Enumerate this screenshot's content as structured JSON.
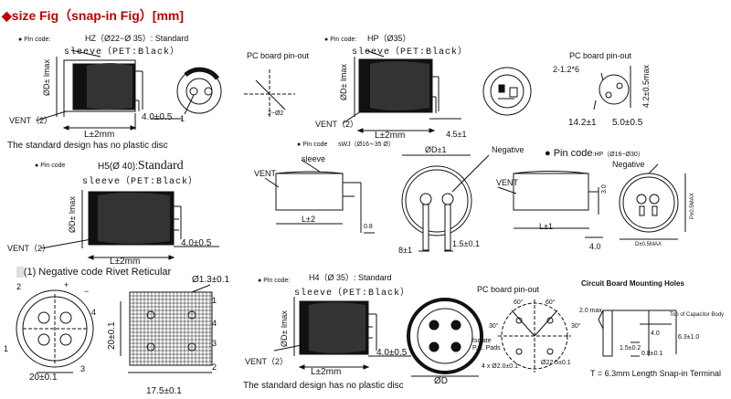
{
  "title": "size Fig（snap-in Fig）[mm]",
  "accent_color": "#c00000",
  "fig_hz": {
    "pin_code": "Pin code:",
    "spec": "HZ（Ø22−Ø 35）: Standard",
    "sleeve": "sleeve（PET:Black）",
    "phi_d": "ØD± lmax",
    "vent": "VENT（2）",
    "lead_len": "4.0±0.5",
    "l_dim": "L±2mm",
    "pc_board": "PC board pin-out",
    "pin_num": "1",
    "pitch": "2−Ø2",
    "note": "The standard design has no plastic disc"
  },
  "fig_hp": {
    "pin_code": "Pin code:",
    "spec": "HP（Ø35）",
    "sleeve": "sleeve（PET:Black）",
    "phi_d": "ØD± lmax",
    "vent": "VENT（2）",
    "l_dim": "L±2mm",
    "lead_len": "4.5±1",
    "pc_board": "PC board pin-out",
    "hole": "2-1.2*6",
    "height": "4.2±0.5max",
    "d1": "14.2±1",
    "d2": "5.0±0.5"
  },
  "fig_h5": {
    "pin_code": "Pin code",
    "spec_small": "H5(Ø 40):",
    "spec_big": "Standard",
    "sleeve": "sleeve（PET:Black）",
    "phi_d": "ØD± lmax",
    "vent": "VENT（2）",
    "l_dim": "L±2mm",
    "lead_len": "4.0±0.5"
  },
  "fig_swj": {
    "pin_code": "Pin code",
    "spec": "sWJ（Ø16∼35 Ø）",
    "sleeve": "sleeve",
    "vent": "VENT",
    "l_dim": "L±2",
    "dim_phi": "ØD±1",
    "negative": "Negative",
    "d_8": "8±1",
    "d_15": "1.5±0.1",
    "d_08": "0.8"
  },
  "fig_hp2": {
    "pin_code": "Pin code",
    "spec_big": ":HP",
    "spec_small": "（Ø16~Ø30）",
    "negative": "Negative",
    "vent": "VENT",
    "l_dim": "L±1",
    "d_30": "3.0",
    "d_40": "4.0",
    "pmax": "P±0.5MAX",
    "dmax": "D±0.5MAX"
  },
  "fig_neg": {
    "heading": "(1) Negative code Rivet Reticular",
    "n1": "1",
    "n2": "2",
    "n3": "3",
    "n4": "4",
    "plus": "+",
    "minus": "−",
    "d_20": "20±0.1",
    "d_20v": "20±0.1",
    "d_13": "Ø1.3±0.1",
    "d_175": "17.5±0.1",
    "g1": "1",
    "g2": "2",
    "g3": "3",
    "g4": "4"
  },
  "fig_h4": {
    "pin_code": "Pin code:",
    "spec": "H4（Ø 35）: Standard",
    "sleeve": "sleeve（PET:Black）",
    "phi_d": "ØD± lmax",
    "vent": "VENT（2）",
    "l_dim": "L±2mm",
    "lead_len": "4.0±0.5",
    "note": "The standard design has no plastic disc",
    "pc_board": "PC board pin-out",
    "isolate": "Isolate",
    "pcpads": "P.C. Pads",
    "holes": "4 x Ø2.0±0.1",
    "circle": "Ø22.5±0.1",
    "a1": "60°",
    "a2": "60°",
    "a3": "30°",
    "a4": "30°",
    "phi_d_bottom": "ØD"
  },
  "fig_holes": {
    "heading": "Circuit Board Mounting Holes",
    "d_20": "2.0 max",
    "top": "Top of Capacitor  Body",
    "d_40": "4.0",
    "d_63": "6.3±1.0",
    "d_15": "1.5±0.2",
    "d_08": "0.8±0.1",
    "note": "T = 6.3mm  Length  Snap-in  Terminal"
  }
}
